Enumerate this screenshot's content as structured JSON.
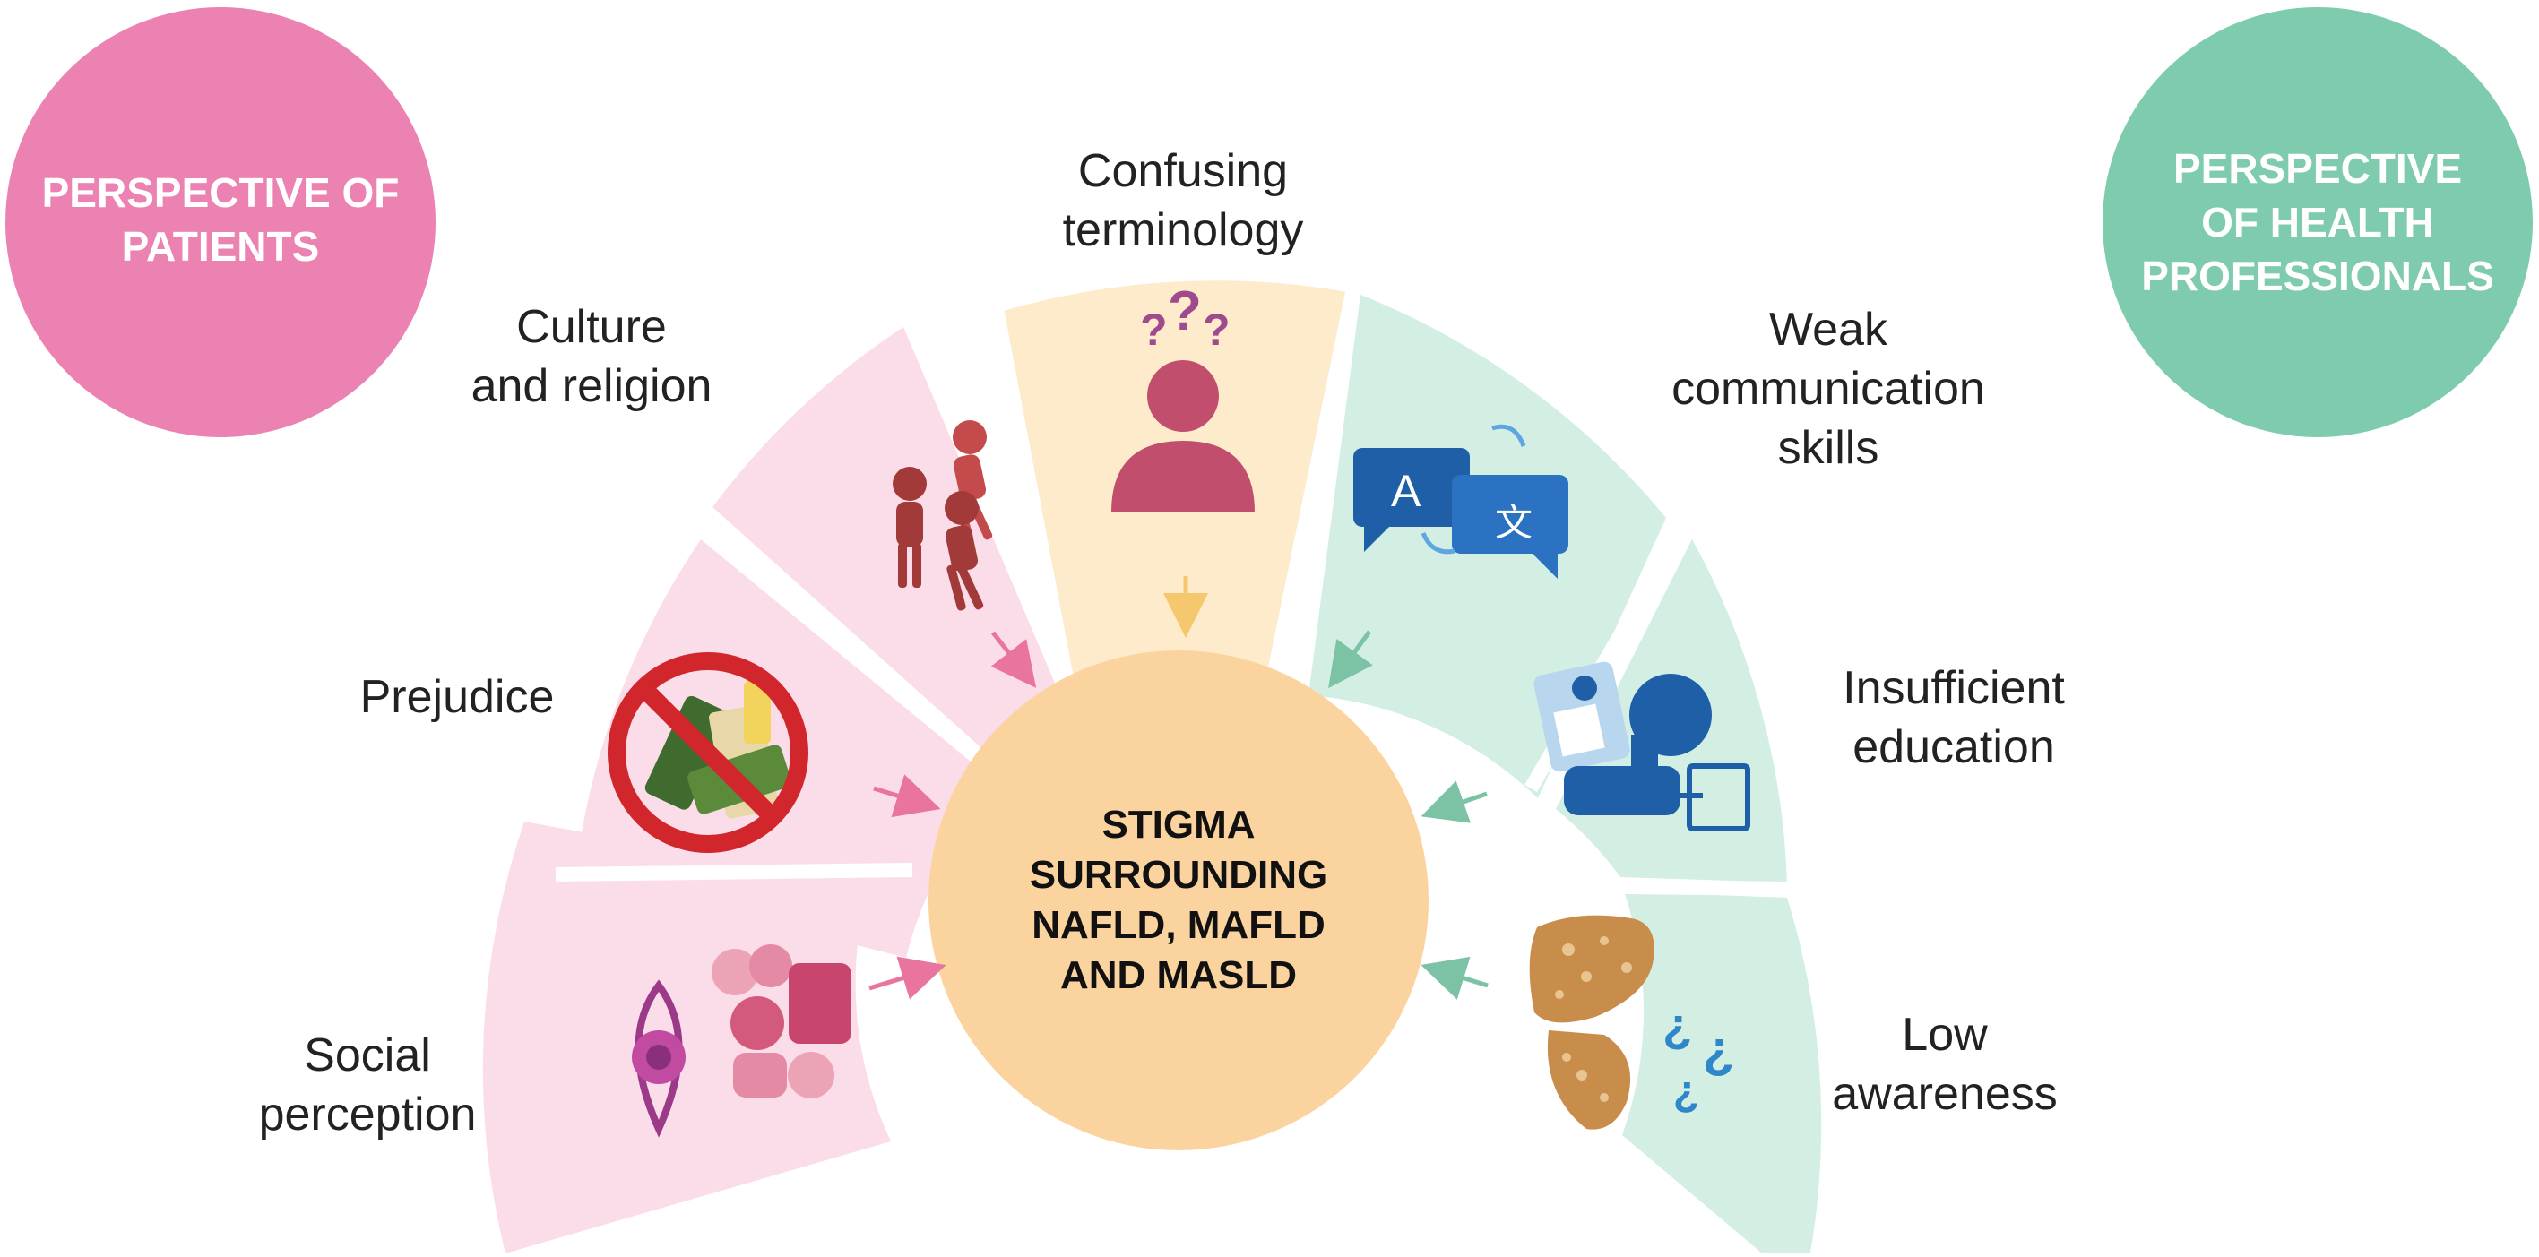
{
  "left_circle": {
    "title": "PERSPECTIVE OF\nPATIENTS",
    "color": "#EC82B2"
  },
  "right_circle": {
    "title": "PERSPECTIVE\nOF HEALTH\nPROFESSIONALS",
    "color": "#7FCBAE"
  },
  "center": {
    "title": "STIGMA\nSURROUNDING\nNAFLD, MAFLD\nAND MASLD",
    "color": "#FBD39E"
  },
  "segments": {
    "social_perception": {
      "label": "Social\nperception",
      "icon": "eye-and-people-icon",
      "color": "#FBDDEA"
    },
    "prejudice": {
      "label": "Prejudice",
      "icon": "no-alcohol-icon",
      "color": "#FBDDEA"
    },
    "culture_religion": {
      "label": "Culture\nand religion",
      "icon": "people-praying-icon",
      "color": "#FBDDEA"
    },
    "confusing_terminology": {
      "label": "Confusing\nterminology",
      "icon": "confused-person-icon",
      "color": "#FDEBCB"
    },
    "weak_communication": {
      "label": "Weak\ncommunication\nskills",
      "icon": "translation-icon",
      "color": "#D3EEE2"
    },
    "insufficient_education": {
      "label": "Insufficient\neducation",
      "icon": "education-icon",
      "color": "#D3EEE2"
    },
    "low_awareness": {
      "label": "Low\nawareness",
      "icon": "liver-question-icon",
      "color": "#D3EEE2"
    }
  },
  "colors": {
    "pink_arrow": "#E9749F",
    "yellow_arrow": "#F5C76E",
    "green_arrow": "#7CC3A6"
  }
}
